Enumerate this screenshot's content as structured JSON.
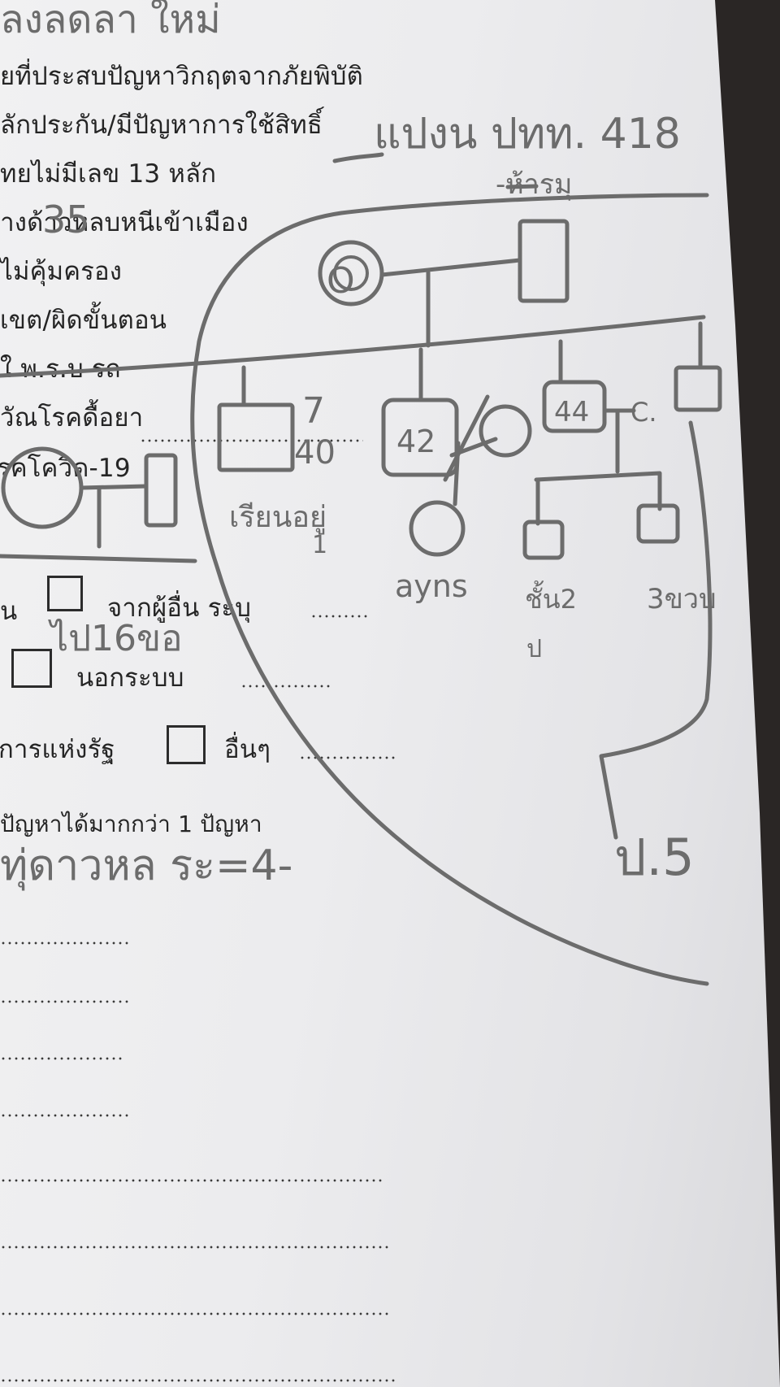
{
  "form": {
    "lines": [
      "ยที่ประสบปัญหาวิกฤตจากภัยพิบัติ",
      "ลักประกัน/มีปัญหาการใช้สิทธิ์",
      "ทยไม่มีเลข 13 หลัก",
      "่างด้าวหลบหนีเข้าเมือง",
      "ู้ไม่คุ้มครอง",
      "เขต/ผิดขั้นตอน",
      "ใ พ.ร.บ รถ",
      "วัณโรคดื้อยา",
      "รคโควิด-19"
    ],
    "referral_from_other": "จากผู้อื่น ระบุ",
    "out_of_system": "นอกระบบ",
    "state_agency": "การแห่งรัฐ",
    "other": "อื่นๆ",
    "multiple_problems_note": "ปัญหาได้มากกว่า 1 ปัญหา",
    "prefix_fragment": "น"
  },
  "handwriting": {
    "top_fragment": "ลงลดลา ใหม่",
    "right_note": "แปงน ปทท. 418",
    "top_right_note": "-ห้ารมุ",
    "side_number": "35",
    "left_note": "ไป16ขอ",
    "bottom_note": "ทุ่ดาวหล ระ=4-",
    "bottom_right_note": "ป.5"
  },
  "genogram": {
    "father_label": "O",
    "children": [
      {
        "age": "7",
        "age2": "40",
        "note": "เรียนอยู่",
        "note2": "1"
      },
      {
        "age": "42",
        "grandchild_note": "ayns"
      },
      {
        "age": "44",
        "spouse_label": "C.",
        "grandchild1_note": "ชั้น2",
        "grandchild1_sub": "ป",
        "grandchild2_note": "3ขวบ"
      }
    ]
  }
}
